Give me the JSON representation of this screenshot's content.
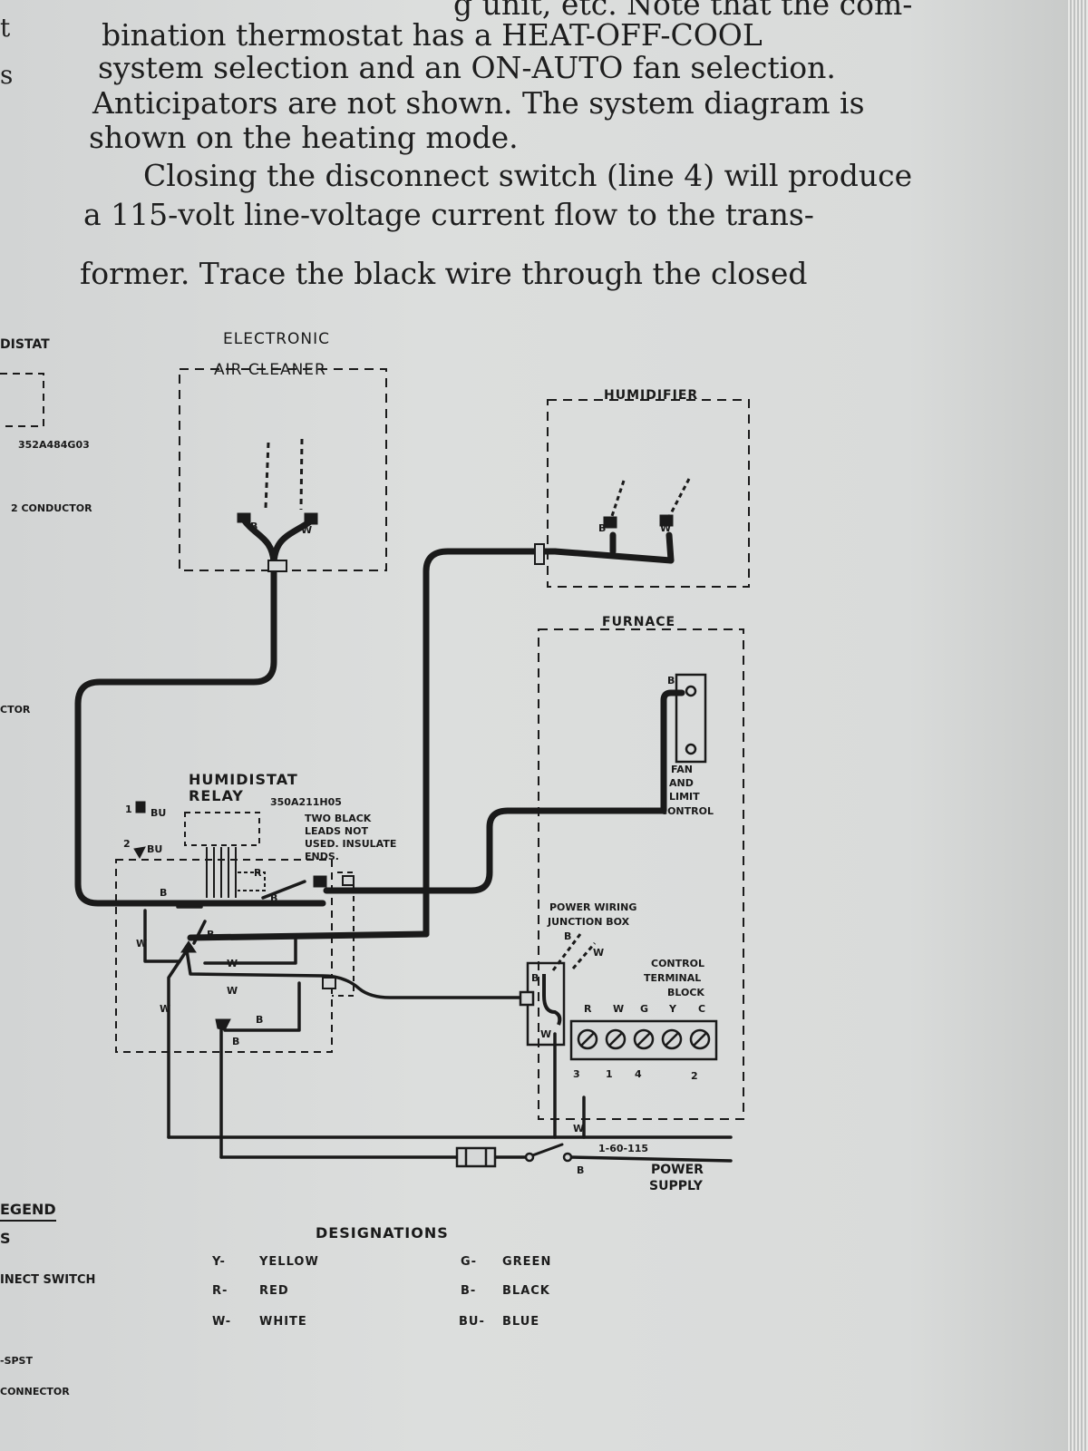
{
  "prose": {
    "lines": [
      "g unit, etc. Note that the com-",
      "bination   thermostat   has   a   HEAT-OFF-COOL",
      "system selection and an ON-AUTO fan selection.",
      "Anticipators are not shown. The system diagram is",
      "shown on the heating mode.",
      "Closing the disconnect switch (line 4) will produce",
      "a 115-volt line-voltage current flow to the trans-",
      "former. Trace the black wire through the closed"
    ],
    "margin_chars": [
      "t",
      "s"
    ]
  },
  "diagram": {
    "left_cut": {
      "humidistat": "DISTAT",
      "part_no": "352A484G03",
      "conductor": "2 CONDUCTOR",
      "connector": "CTOR"
    },
    "air_cleaner": {
      "title_line1": "ELECTRONIC",
      "title_line2": "AIR CLEANER",
      "b": "B",
      "w": "W"
    },
    "humidifier": {
      "title": "HUMIDIFIER",
      "b": "B",
      "w": "W"
    },
    "furnace": {
      "title": "FURNACE",
      "fan_limit_lines": [
        "FAN",
        "AND",
        "LIMIT",
        "CONTROL"
      ],
      "fan_limit_b": "B",
      "junction_lines": [
        "POWER WIRING",
        "JUNCTION BOX"
      ],
      "junction_b": "B",
      "junction_w": "W",
      "junction_b2": "B",
      "junction_w2": "W",
      "terminal_lines": [
        "CONTROL",
        "TERMINAL",
        "BLOCK"
      ],
      "terminal_letters": [
        "R",
        "W",
        "G",
        "Y",
        "C"
      ],
      "terminal_numbers": [
        "3",
        "1",
        "4",
        "2"
      ]
    },
    "relay": {
      "title_line1": "HUMIDISTAT",
      "title_line2": "RELAY",
      "part_no": "350A211H05",
      "note_lines": [
        "TWO BLACK",
        "LEADS NOT",
        "USED. INSULATE",
        "ENDS."
      ],
      "pin1": "1",
      "pin1_color": "BU",
      "pin2": "2",
      "pin2_color": "BU",
      "r": "R",
      "b_labels": [
        "B",
        "B",
        "B",
        "B",
        "B"
      ],
      "w_labels": [
        "W",
        "W",
        "W",
        "W"
      ]
    },
    "power": {
      "line": "1-60-115",
      "w": "W",
      "b": "B",
      "label_line1": "POWER",
      "label_line2": "SUPPLY"
    }
  },
  "legend": {
    "heading": "EGEND",
    "sub": "S",
    "switch": "INECT  SWITCH",
    "spst": "-SPST",
    "connector": "CONNECTOR",
    "designations_title": "DESIGNATIONS",
    "designations": [
      {
        "code": "Y-",
        "name": "YELLOW"
      },
      {
        "code": "R-",
        "name": "RED"
      },
      {
        "code": "W-",
        "name": "WHITE"
      },
      {
        "code": "G-",
        "name": "GREEN"
      },
      {
        "code": "B-",
        "name": "BLACK"
      },
      {
        "code": "BU-",
        "name": "BLUE"
      }
    ]
  },
  "colors": {
    "page": "#d6d8d8",
    "ink": "#1a1a1a"
  }
}
